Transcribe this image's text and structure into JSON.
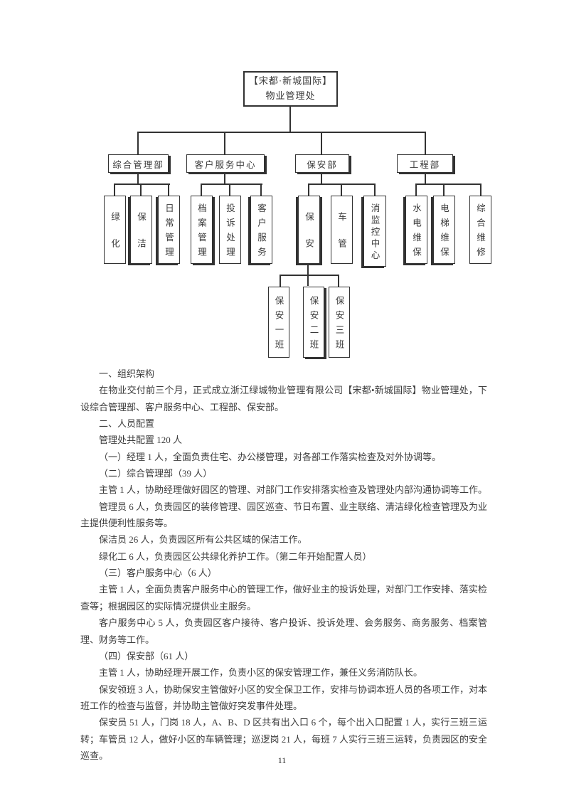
{
  "org_chart": {
    "root": {
      "line1": "【宋都·新城国际】",
      "line2": "物业管理处"
    },
    "departments": [
      {
        "name": "综合管理部",
        "children": [
          "绿化",
          "保洁",
          "日常管理"
        ]
      },
      {
        "name": "客户服务中心",
        "children": [
          "档案管理",
          "投诉处理",
          "客户服务"
        ]
      },
      {
        "name": "保安部",
        "children": [
          "保安",
          "车管",
          "消监控中心"
        ],
        "grandchildren": [
          "保安一班",
          "保安二班",
          "保安三班"
        ]
      },
      {
        "name": "工程部",
        "children": [
          "水电维保",
          "电梯维保",
          "综合维修"
        ]
      }
    ]
  },
  "doc": {
    "paragraphs": [
      "一、组织架构",
      "在物业交付前三个月，正式成立浙江绿城物业管理有限公司【宋都•新城国际】物业管理处，下设综合管理部、客户服务中心、工程部、保安部。",
      "二、人员配置",
      "管理处共配置 120 人",
      "（一）经理 1 人，全面负责住宅、办公楼管理，对各部工作落实检查及对外协调等。",
      "（二）综合管理部（39 人）",
      "主管 1 人，协助经理做好园区的管理、对部门工作安排落实检查及管理处内部沟通协调等工作。",
      "管理员 6 人，负责园区的装修管理、园区巡查、节日布置、业主联络、清洁绿化检查管理及为业主提供便利性服务等。",
      "保洁员 26 人，负责园区所有公共区域的保洁工作。",
      "绿化工 6 人，负责园区公共绿化养护工作。（第二年开始配置人员）",
      "（三）客户服务中心（6 人）",
      "主管 1 人，全面负责客户服务中心的管理工作，做好业主的投诉处理，对部门工作安排、落实检查等；根据园区的实际情况提供业主服务。",
      "客户服务中心 5 人，负责园区客户接待、客户投诉、投诉处理、会务服务、商务服务、档案管理、财务等工作。",
      "（四）保安部（61 人）",
      "主管 1 人，协助经理开展工作，负责小区的保安管理工作，兼任义务消防队长。",
      "保安领班 3 人，协助保安主管做好小区的安全保卫工作，安排与协调本班人员的各项工作，对本班工作的检查与监督，并协助主管做好突发事件处理。",
      "保安员 51 人，门岗 18 人，A、B、D 区共有出入口 6 个，每个出入口配置 1 人，实行三班三运转；车管员 12 人，做好小区的车辆管理；巡逻岗 21 人，每班 7 人实行三班三运转，负责园区的安全巡查。"
    ]
  },
  "footer": {
    "page_number": "11"
  }
}
